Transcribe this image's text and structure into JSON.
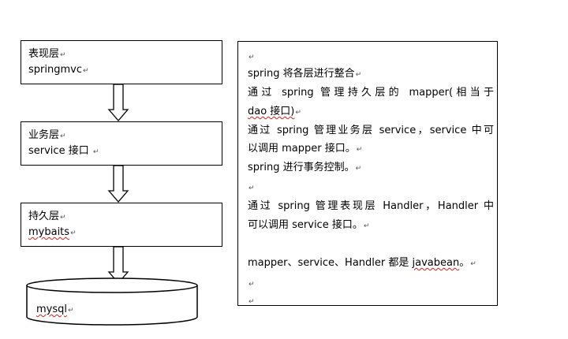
{
  "layers": [
    {
      "title": "表现层",
      "subtitle": "springmvc"
    },
    {
      "title": "业务层",
      "subtitle": "service 接口"
    },
    {
      "title": "持久层",
      "subtitle": "mybaits"
    }
  ],
  "database": {
    "label": "mysql"
  },
  "notes": {
    "lines": [
      "",
      "spring 将各层进行整合",
      "通过 spring 管理持久层的 mapper(相当于",
      "dao 接口)",
      "通过 spring 管理业务层 service，service 中可",
      "以调用 mapper 接口。",
      "spring 进行事务控制。",
      "",
      "通过 spring 管理表现层 Handler，Handler 中",
      "可以调用 service 接口。",
      "mapper、service、Handler 都是 javabean。",
      "",
      ""
    ]
  },
  "paragraph_mark": "↵"
}
